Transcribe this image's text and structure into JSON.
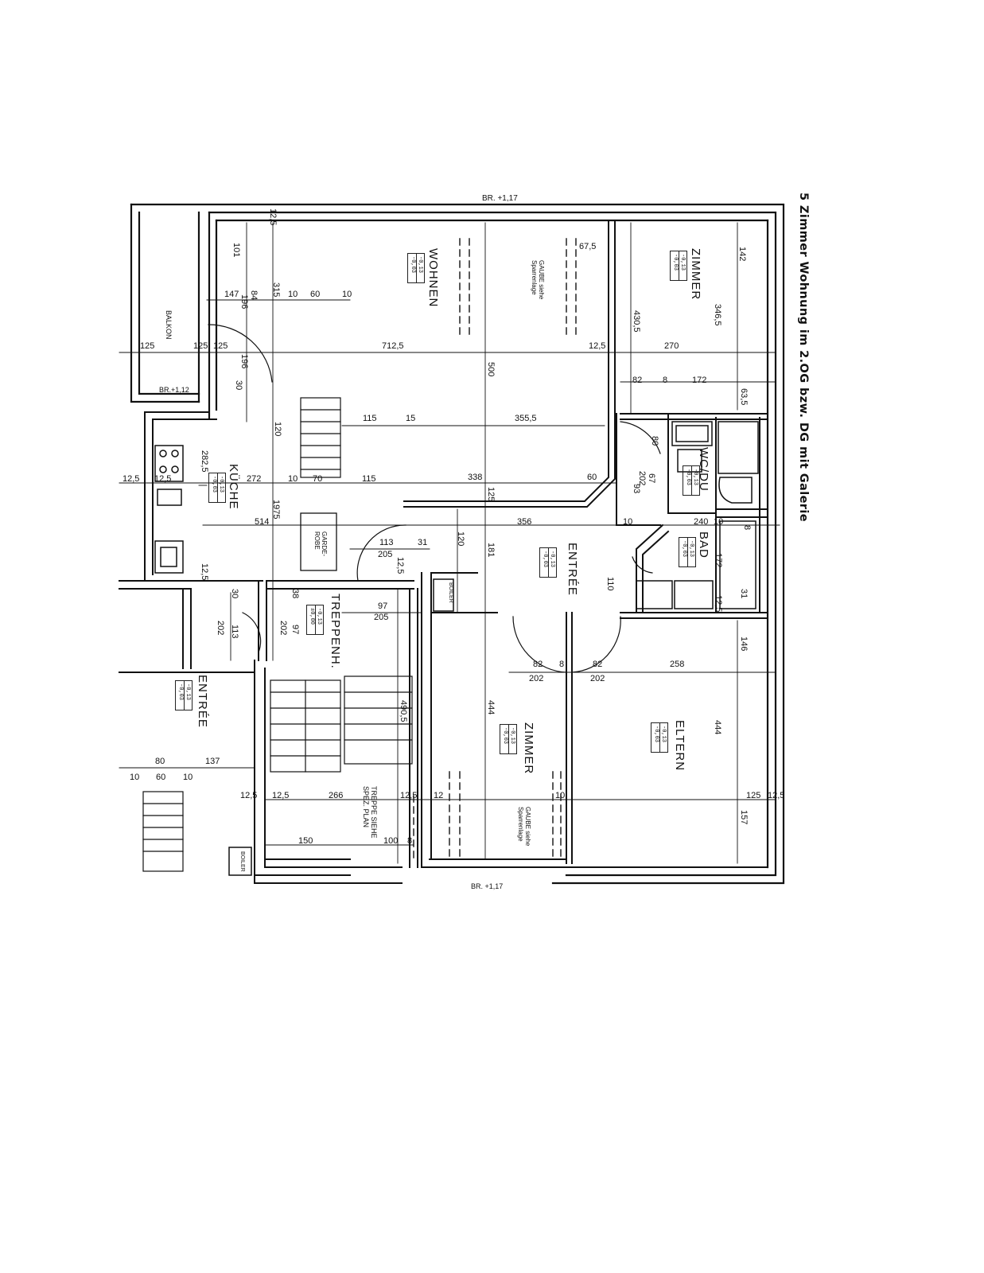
{
  "title": "5 Zimmer Wohnung im 2.OG bzw. DG mit Galerie",
  "rooms": {
    "wohnen": "WOHNEN",
    "zimmer_top": "ZIMMER",
    "zimmer_mid": "ZIMMER",
    "kueche": "KÜCHE",
    "entree_main": "ENTRÉE",
    "entree_left": "ENTRÉE",
    "treppenh": "TREPPENH.",
    "eltern": "ELTERN",
    "bad": "BAD",
    "wcdu": "WC/DU",
    "balkon": "BALKON",
    "garderobe": "GARDE-\nROBE"
  },
  "notes": {
    "gaube_top": "GAUBE siehe\nSparrenlage",
    "gaube_bottom": "GAUBE siehe\nSparrenlage",
    "treppe": "TREPPE SIEHE\nSPEZ. PLAN",
    "boiler_1": "BOILER",
    "boiler_2": "BOILER"
  },
  "levels": {
    "wohnen": [
      "-0,03",
      "-0,13"
    ],
    "zimmer_top": [
      "-0,03",
      "-0,13"
    ],
    "kueche": [
      "-0,03",
      "-0,13"
    ],
    "entree_main": [
      "-0,03",
      "-0,13"
    ],
    "entree_left": [
      "-0,03",
      "-0,13"
    ],
    "treppenh": [
      "±0,00",
      "-0,13"
    ],
    "zimmer_mid": [
      "-0,03",
      "-0,13"
    ],
    "eltern": [
      "-0,03",
      "-0,13"
    ],
    "wcdu": [
      "-0,03",
      "-0,13"
    ],
    "bad": [
      "-0,03",
      "-0,13"
    ]
  },
  "brh": {
    "top": "BR. +1,17",
    "balkon": "BR.+1,12",
    "bottom": "BR. +1,17"
  },
  "dims": {
    "d_101": "101",
    "d_147": "147",
    "d_84": "84",
    "d_196": "196",
    "d_315": "315",
    "d_10a": "10",
    "d_60a": "60",
    "d_10b": "10",
    "d_125a": "125",
    "d_125b": "125",
    "d_125c": "125",
    "d_712": "712,5",
    "d_125d": "12,5",
    "d_270": "270",
    "d_675": "67,5",
    "d_142": "142",
    "d_3465": "346,5",
    "d_4305": "430,5",
    "d_82a": "82",
    "d_8a": "8",
    "d_172a": "172",
    "d_635": "63,5",
    "d_196b": "196",
    "d_30a": "30",
    "d_120a": "120",
    "d_115a": "115",
    "d_15": "15",
    "d_3555": "355,5",
    "d_500": "500",
    "d_2825": "282,5",
    "d_272": "272",
    "d_10c": "10",
    "d_70": "70",
    "d_115b": "115",
    "d_338": "338",
    "d_125e": "125",
    "d_60b": "60",
    "d_125f": "12,5",
    "d_125g": "12,5",
    "d_1975": "1975",
    "d_514": "514",
    "d_356": "356",
    "d_80": "80",
    "d_10d": "10",
    "d_67": "67",
    "d_202a": "202",
    "d_93": "93",
    "d_240": "240",
    "d_10e": "10",
    "d_172b": "172",
    "d_8b": "8",
    "d_113a": "113",
    "d_205a": "205",
    "d_31a": "31",
    "d_120b": "120",
    "d_181": "181",
    "d_125h": "12,5",
    "d_110": "110",
    "d_30b": "30",
    "d_38": "38",
    "d_97a": "97",
    "d_202b": "202",
    "d_97b": "97",
    "d_205b": "205",
    "d_113b": "113",
    "d_202c": "202",
    "d_125i": "12,5",
    "d_146": "146",
    "d_125j": "12,5",
    "d_31b": "31",
    "d_82b": "82",
    "d_8c": "8",
    "d_82c": "82",
    "d_258": "258",
    "d_202d": "202",
    "d_202e": "202",
    "d_444a": "444",
    "d_444b": "444",
    "d_4905": "490,5",
    "d_80b": "80",
    "d_137": "137",
    "d_10f": "10",
    "d_60c": "60",
    "d_10g": "10",
    "d_125k": "12,5",
    "d_125l": "12,5",
    "d_266": "266",
    "d_125m": "12,5",
    "d_12": "12",
    "d_10h": "10",
    "d_125n": "125",
    "d_157": "157",
    "d_150": "150",
    "d_100": "100",
    "d_8d": "8",
    "d_125o": "12,5",
    "d_125p": "12,5"
  }
}
